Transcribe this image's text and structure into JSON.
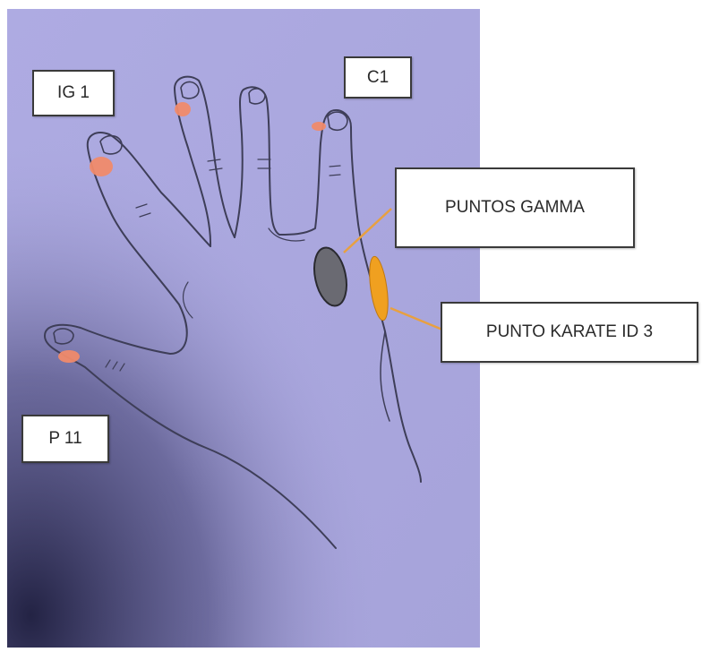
{
  "labels": {
    "ig1": "IG 1",
    "c1": "C1",
    "gamma": "PUNTOS GAMMA",
    "karate": "PUNTO KARATE ID 3",
    "p11": "P 11"
  },
  "colors": {
    "paper": "#a9a6de",
    "shadow": "#2a2a48",
    "outline": "#40405a",
    "point_orange_light": "#f08a6a",
    "gamma_point": "#6a6a72",
    "karate_point": "#f0a020",
    "leader_line": "#e8a040"
  }
}
